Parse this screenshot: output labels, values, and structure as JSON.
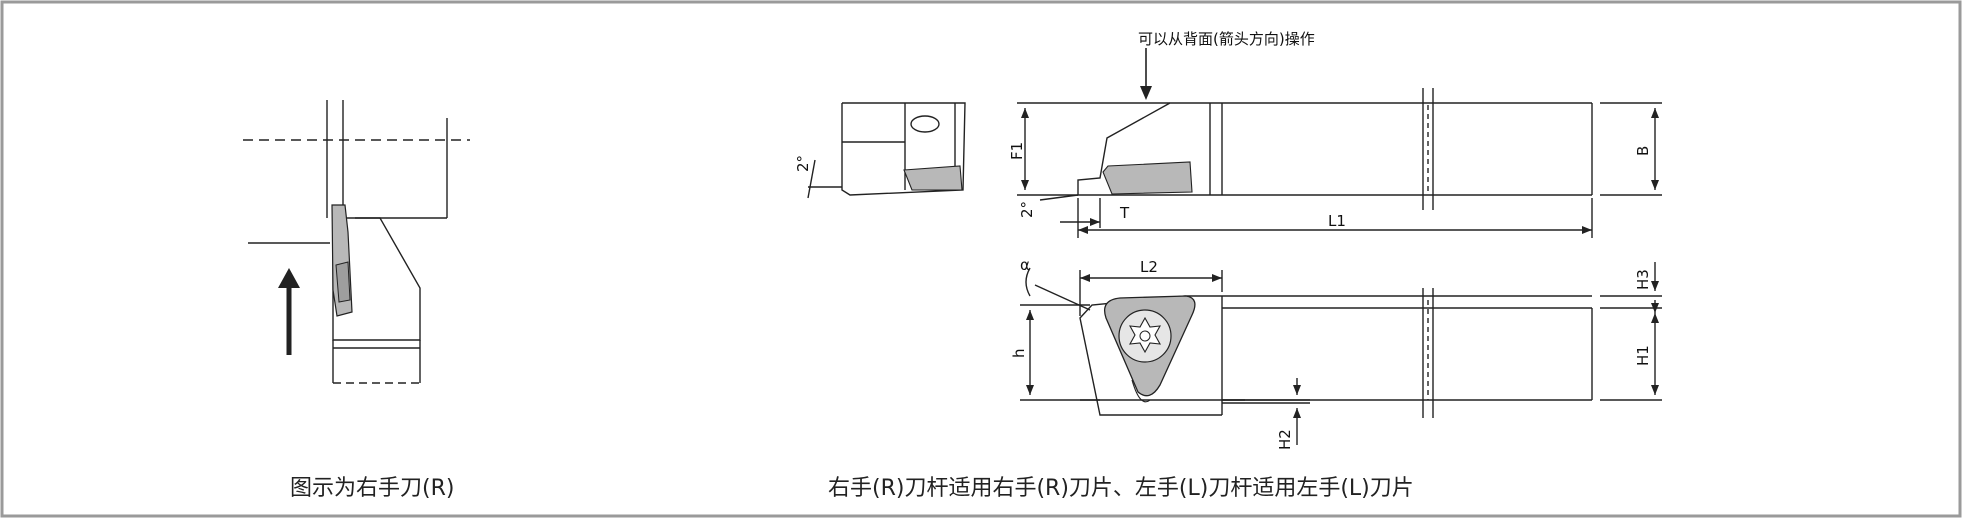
{
  "captions": {
    "left": "图示为右手刀(R)",
    "right": "右手(R)刀杆适用右手(R)刀片、左手(L)刀杆适用左手(L)刀片"
  },
  "annotations": {
    "operate_note": "可以从背面(箭头方向)操作"
  },
  "dimensions": {
    "angle_left": "2°",
    "angle_side": "2°",
    "F1": "F1",
    "B": "B",
    "T": "T",
    "L1": "L1",
    "L2": "L2",
    "H3": "H3",
    "h": "h",
    "H1": "H1",
    "H2": "H2",
    "alpha": "α"
  },
  "colors": {
    "frame": "#9a9a9a",
    "line": "#222222",
    "insert_fill": "#b8b8b8",
    "arrow": "#222222"
  }
}
